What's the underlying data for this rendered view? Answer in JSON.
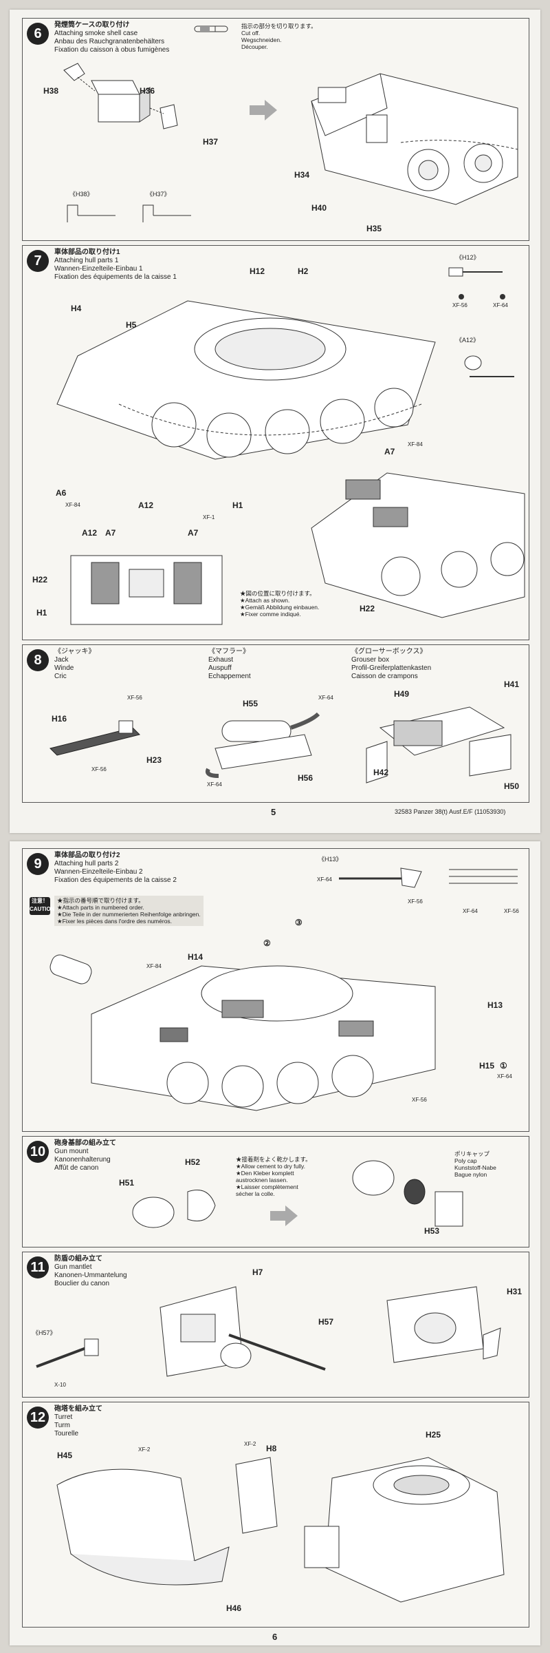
{
  "page5": {
    "page_number": "5",
    "footer_code": "32583 Panzer 38(t) Ausf.E/F (11053930)",
    "step6": {
      "number": "6",
      "title_ja": "発煙筒ケースの取り付け",
      "title_en": "Attaching smoke shell case",
      "title_de": "Anbau des Rauchgranatenbehälters",
      "title_fr": "Fixation du caisson à obus fumigènes",
      "note": [
        "指示の部分を切り取ります。",
        "Cut off.",
        "Wegschneiden.",
        "Découper."
      ],
      "labels": [
        "H38",
        "H36",
        "H37",
        "H34",
        "H40",
        "H35"
      ],
      "detail_labels": [
        "《H38》",
        "《H37》"
      ]
    },
    "step7": {
      "number": "7",
      "title_ja": "車体部品の取り付け1",
      "title_en": "Attaching hull parts 1",
      "title_de": "Wannen-Einzelteile-Einbau 1",
      "title_fr": "Fixation des équipements de la caisse 1",
      "labels": [
        "H4",
        "H5",
        "H12",
        "H2",
        "A6",
        "A12",
        "H1",
        "A7",
        "A12",
        "A7",
        "A7",
        "H22",
        "H1",
        "H22"
      ],
      "paints": [
        "XF-84",
        "XF-1",
        "XF-84",
        "XF-56",
        "XF-64"
      ],
      "detail_labels": [
        "《H12》",
        "《A12》"
      ],
      "attach_note": [
        "★図の位置に取り付けます。",
        "★Attach as shown.",
        "★Gemäß Abbildung einbauen.",
        "★Fixer comme indiqué."
      ]
    },
    "step8": {
      "number": "8",
      "jack": {
        "ja": "《ジャッキ》",
        "en": "Jack",
        "de": "Winde",
        "fr": "Cric"
      },
      "exhaust": {
        "ja": "《マフラー》",
        "en": "Exhaust",
        "de": "Auspuff",
        "fr": "Echappement"
      },
      "grouser": {
        "ja": "《グローサーボックス》",
        "en": "Grouser box",
        "de": "Profil-Greiferplattenkasten",
        "fr": "Caisson de crampons"
      },
      "labels": [
        "H16",
        "H23",
        "H55",
        "H56",
        "H49",
        "H41",
        "H42",
        "H50"
      ],
      "paints": [
        "XF-56",
        "XF-56",
        "XF-64",
        "XF-64"
      ]
    }
  },
  "page6": {
    "page_number": "6",
    "step9": {
      "number": "9",
      "title_ja": "車体部品の取り付け2",
      "title_en": "Attaching hull parts 2",
      "title_de": "Wannen-Einzelteile-Einbau 2",
      "title_fr": "Fixation des équipements de la caisse 2",
      "caution_label": "注意！ CAUTION",
      "caution": [
        "★指示の番号順で取り付けます。",
        "★Attach parts in numbered order.",
        "★Die Teile in der nummerierten Reihenfolge anbringen.",
        "★Fixer les pièces dans l'ordre des numéros."
      ],
      "labels": [
        "H14",
        "H13",
        "H15",
        "③",
        "②",
        "①"
      ],
      "detail_labels": [
        "《H13》"
      ],
      "paints": [
        "XF-64",
        "XF-56",
        "XF-64",
        "XF-56",
        "XF-84",
        "XF-64",
        "XF-56"
      ]
    },
    "step10": {
      "number": "10",
      "title_ja": "砲身基部の組み立て",
      "title_en": "Gun mount",
      "title_de": "Kanonenhalterung",
      "title_fr": "Affût de canon",
      "labels": [
        "H52",
        "H51",
        "H53"
      ],
      "note": [
        "★接着剤をよく乾かします。",
        "★Allow cement to dry fully.",
        "★Den Kleber komplett",
        "austrocknen lassen.",
        "★Laisser complètement",
        "sécher la colle."
      ],
      "polycap": [
        "ポリキャップ",
        "Poly cap",
        "Kunststoff-Nabe",
        "Bague nylon"
      ]
    },
    "step11": {
      "number": "11",
      "title_ja": "防盾の組み立て",
      "title_en": "Gun mantlet",
      "title_de": "Kanonen-Ummantelung",
      "title_fr": "Bouclier du canon",
      "labels": [
        "H7",
        "H57",
        "H31"
      ],
      "detail_labels": [
        "《H57》"
      ],
      "paints": [
        "X-10"
      ]
    },
    "step12": {
      "number": "12",
      "title_ja": "砲塔を組み立て",
      "title_en": "Turret",
      "title_de": "Turm",
      "title_fr": "Tourelle",
      "labels": [
        "H45",
        "H8",
        "H46",
        "H25"
      ],
      "paints": [
        "XF-2",
        "XF-2"
      ]
    }
  }
}
